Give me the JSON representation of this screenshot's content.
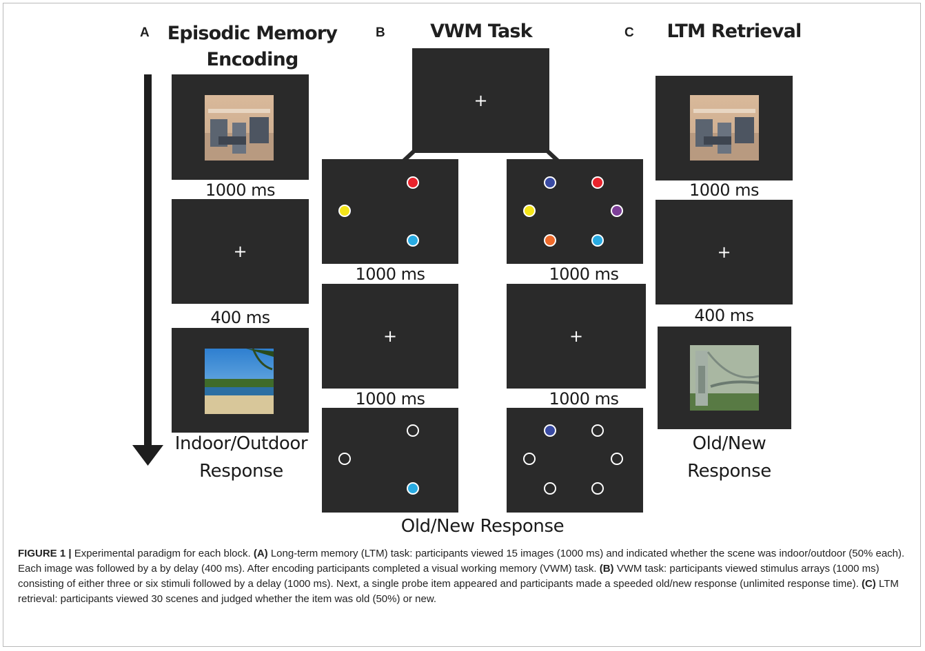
{
  "panels": {
    "a": {
      "letter": "A",
      "heading_line1": "Episodic Memory",
      "heading_line2": "Encoding",
      "t1": "1000 ms",
      "t2": "400 ms",
      "resp_line1": "Indoor/Outdoor",
      "resp_line2": "Response"
    },
    "b": {
      "letter": "B",
      "heading": "VWM Task",
      "t_left1": "1000 ms",
      "t_right1": "1000 ms",
      "t_left2": "1000 ms",
      "t_right2": "1000 ms",
      "resp": "Old/New Response"
    },
    "c": {
      "letter": "C",
      "heading": "LTM Retrieval",
      "t1": "1000 ms",
      "t2": "400 ms",
      "resp_line1": "Old/New",
      "resp_line2": "Response"
    }
  },
  "fixation": "+",
  "stimulus_colors": {
    "red": "#e8232c",
    "yellow": "#f4e51a",
    "cyan": "#29abe2",
    "blue": "#3a4ba3",
    "purple": "#7d3f98",
    "orange": "#ee6a2b"
  },
  "caption": {
    "figure_label": "FIGURE 1 |",
    "intro": " Experimental paradigm for each block. ",
    "a_label": "(A)",
    "a_text": " Long-term memory (LTM) task: participants viewed 15 images (1000 ms) and indicated whether the scene was indoor/outdoor (50% each). Each image was followed by a by delay (400 ms). After encoding participants completed a visual working memory (VWM) task. ",
    "b_label": "(B)",
    "b_text": " VWM task: participants viewed stimulus arrays (1000 ms) consisting of either three or six stimuli followed by a delay (1000 ms). Next, a single probe item appeared and participants made a speeded old/new response (unlimited response time). ",
    "c_label": "(C)",
    "c_text": " LTM retrieval: participants viewed 30 scenes and judged whether the item was old (50%) or new."
  }
}
